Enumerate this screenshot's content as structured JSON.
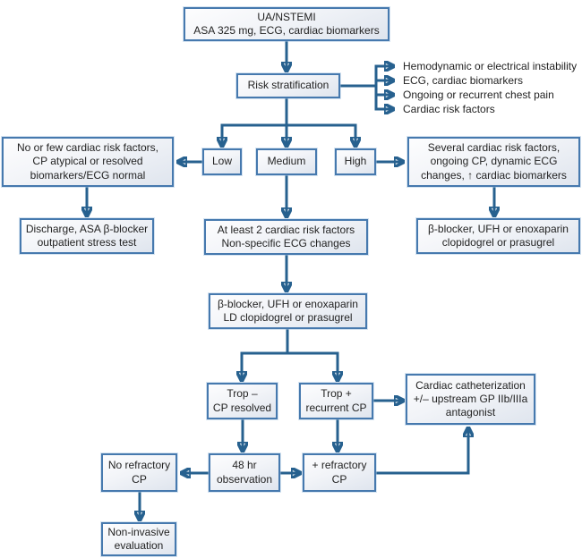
{
  "colors": {
    "box_border": "#4679ae",
    "box_fill_top": "#fdfdfe",
    "box_fill_bottom": "#dfe5ee",
    "connector": "#27618f",
    "text": "#232323",
    "background": "#ffffff"
  },
  "nodes": {
    "start": "UA/NSTEMI\nASA 325 mg, ECG, cardiac biomarkers",
    "risk_stratification": "Risk stratification",
    "low": "Low",
    "medium": "Medium",
    "high": "High",
    "low_criteria": "No or few cardiac risk factors,\nCP atypical or resolved\nbiomarkers/ECG normal",
    "high_criteria": "Several cardiac risk factors,\nongoing CP, dynamic ECG\nchanges, ↑ cardiac biomarkers",
    "discharge": "Discharge, ASA β-blocker\noutpatient stress test",
    "medium_criteria": "At least 2 cardiac risk factors\nNon-specific ECG changes",
    "high_treatment": "β-blocker, UFH or enoxaparin\nclopidogrel or prasugrel",
    "medium_treatment": "β-blocker, UFH or enoxaparin\nLD clopidogrel or prasugrel",
    "trop_negative": "Trop –\nCP resolved",
    "trop_positive": "Trop +\nrecurrent CP",
    "cath": "Cardiac catheterization\n+/– upstream GP IIb/IIIa\nantagonist",
    "no_refractory": "No refractory\nCP",
    "observation": "48 hr\nobservation",
    "refractory": "+ refractory\nCP",
    "noninvasive": "Non-invasive\nevaluation"
  },
  "risk_factors_list": [
    "Hemodynamic or electrical instability",
    "ECG, cardiac biomarkers",
    "Ongoing or recurrent chest pain",
    "Cardiac risk factors"
  ]
}
